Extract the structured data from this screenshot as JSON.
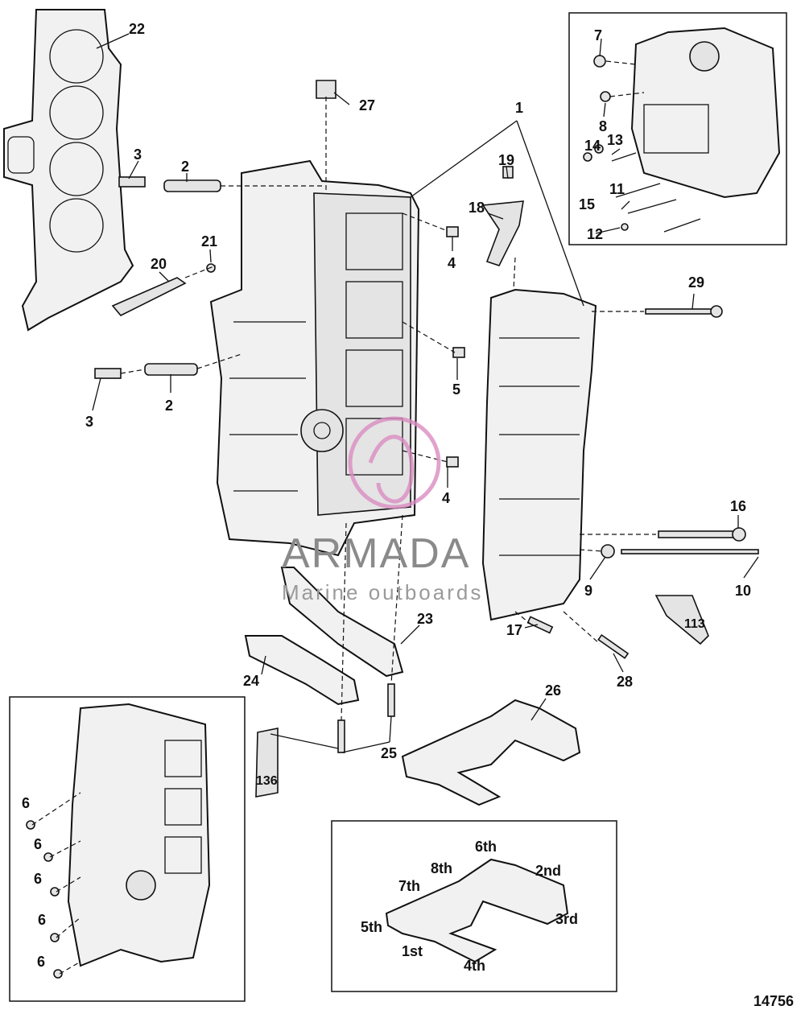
{
  "diagram_id": "14756",
  "watermark": {
    "title": "ARMADA",
    "subtitle": "Marine outboards"
  },
  "callouts": [
    "1",
    "2",
    "3",
    "4",
    "5",
    "6",
    "7",
    "8",
    "9",
    "10",
    "11",
    "12",
    "13",
    "14",
    "15",
    "16",
    "17",
    "18",
    "19",
    "20",
    "21",
    "22",
    "23",
    "24",
    "25",
    "26",
    "27",
    "28",
    "29"
  ],
  "sealant_tubes": [
    "113",
    "136"
  ],
  "torque_sequence": [
    "1st",
    "2nd",
    "3rd",
    "4th",
    "5th",
    "6th",
    "7th",
    "8th"
  ],
  "colors": {
    "line": "#111111",
    "watermark_logo": "#d98cc0",
    "watermark_text": "#8a8a8a"
  }
}
